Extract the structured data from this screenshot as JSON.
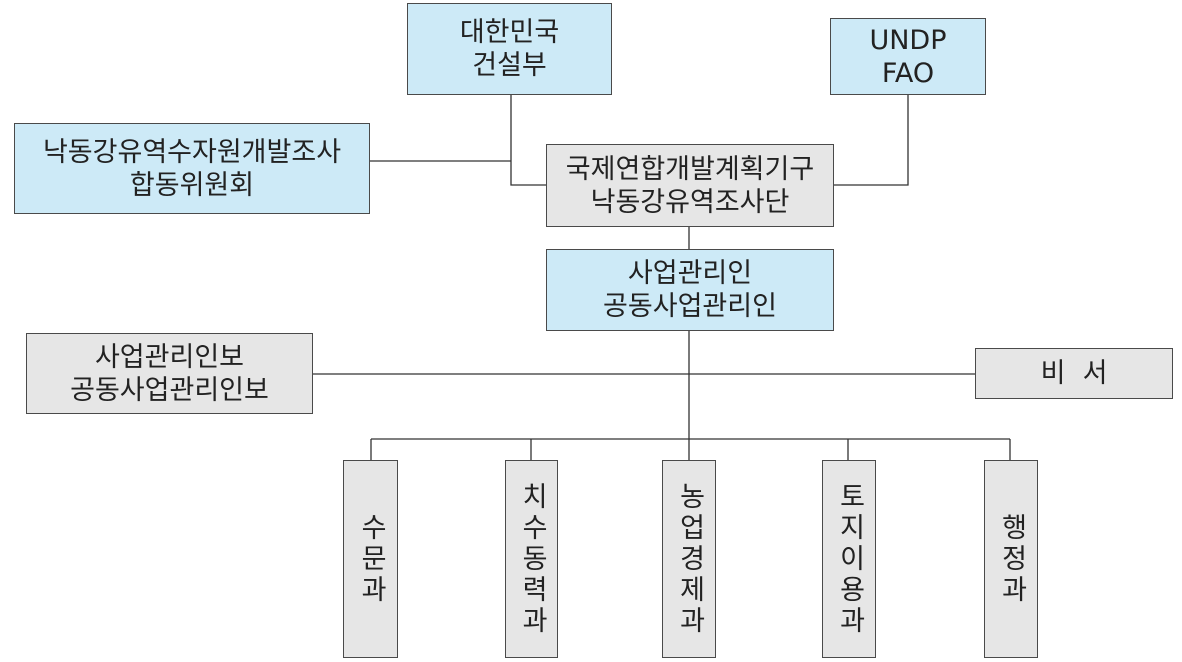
{
  "nodes": {
    "ministry": {
      "line1": "대한민국",
      "line2": "건설부"
    },
    "undp": {
      "line1": "UNDP",
      "line2": "FAO"
    },
    "committee": {
      "line1": "낙동강유역수자원개발조사",
      "line2": "합동위원회"
    },
    "survey_team": {
      "line1": "국제연합개발계획기구",
      "line2": "낙동강유역조사단"
    },
    "manager": {
      "line1": "사업관리인",
      "line2": "공동사업관리인"
    },
    "assistant": {
      "line1": "사업관리인보",
      "line2": "공동사업관리인보"
    },
    "secretary": {
      "label": "비  서"
    },
    "hydrology": {
      "label": "수문과"
    },
    "flood_control": {
      "label": "치수동력과"
    },
    "agri_economics": {
      "label": "농업경제과"
    },
    "land_use": {
      "label": "토지이용과"
    },
    "administration": {
      "label": "행정과"
    }
  },
  "colors": {
    "blue_fill": "#cdeaf7",
    "gray_fill": "#e6e6e6",
    "border": "#4a4a4a",
    "connector": "#333333"
  }
}
